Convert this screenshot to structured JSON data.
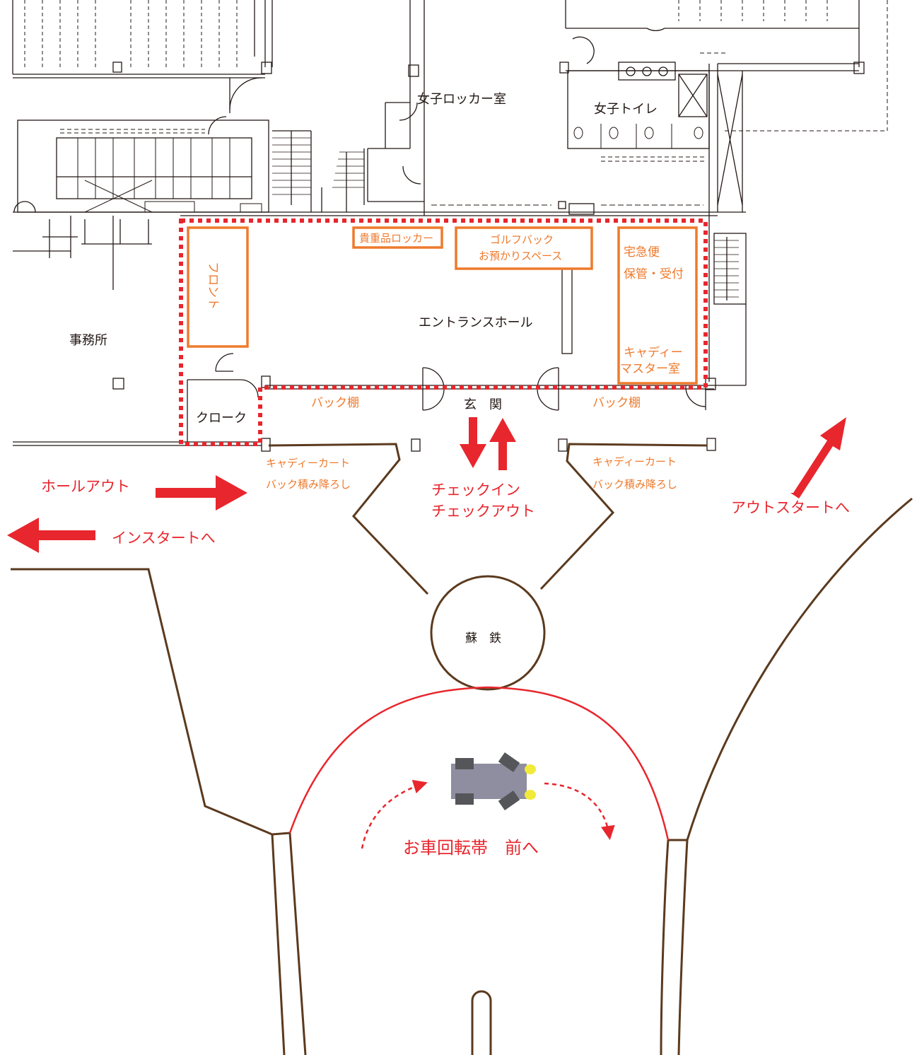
{
  "colors": {
    "wall": "#231815",
    "road": "#5b3a1e",
    "zone_red": "#e8262d",
    "box_orange": "#ee7a2c",
    "car_body": "#8e8ea0",
    "car_wheel": "#55565a",
    "car_light": "#f2ea3a"
  },
  "rooms": {
    "women_locker": "女子ロッカー室",
    "women_toilet": "女子トイレ",
    "office": "事務所",
    "cloak": "クローク",
    "entrance_hall": "エントランスホール",
    "entrance": "玄　関",
    "rotary_island": "蘇　鉄"
  },
  "facilities": {
    "valuables_locker": "貴重品ロッカー",
    "golf_bag_storage": [
      "ゴルフバック",
      "お預かりスペース"
    ],
    "front_desk": "フロント",
    "delivery": [
      "宅急便",
      "保管・受付"
    ],
    "caddie_master": [
      "キャディー",
      "マスター室"
    ],
    "bag_shelf_left": "バック棚",
    "bag_shelf_right": "バック棚",
    "cart_left": [
      "キャディーカート",
      "バック積み降ろし"
    ],
    "cart_right": [
      "キャディーカート",
      "バック積み降ろし"
    ]
  },
  "flows": {
    "hole_out": "ホールアウト",
    "in_start": "インスタートへ",
    "check": [
      "チェックイン",
      "チェックアウト"
    ],
    "out_start": "アウトスタートへ",
    "car_turnaround": "お車回転帯　前へ"
  },
  "icons": {
    "car": "car-icon",
    "arrow": "arrow-icon"
  }
}
